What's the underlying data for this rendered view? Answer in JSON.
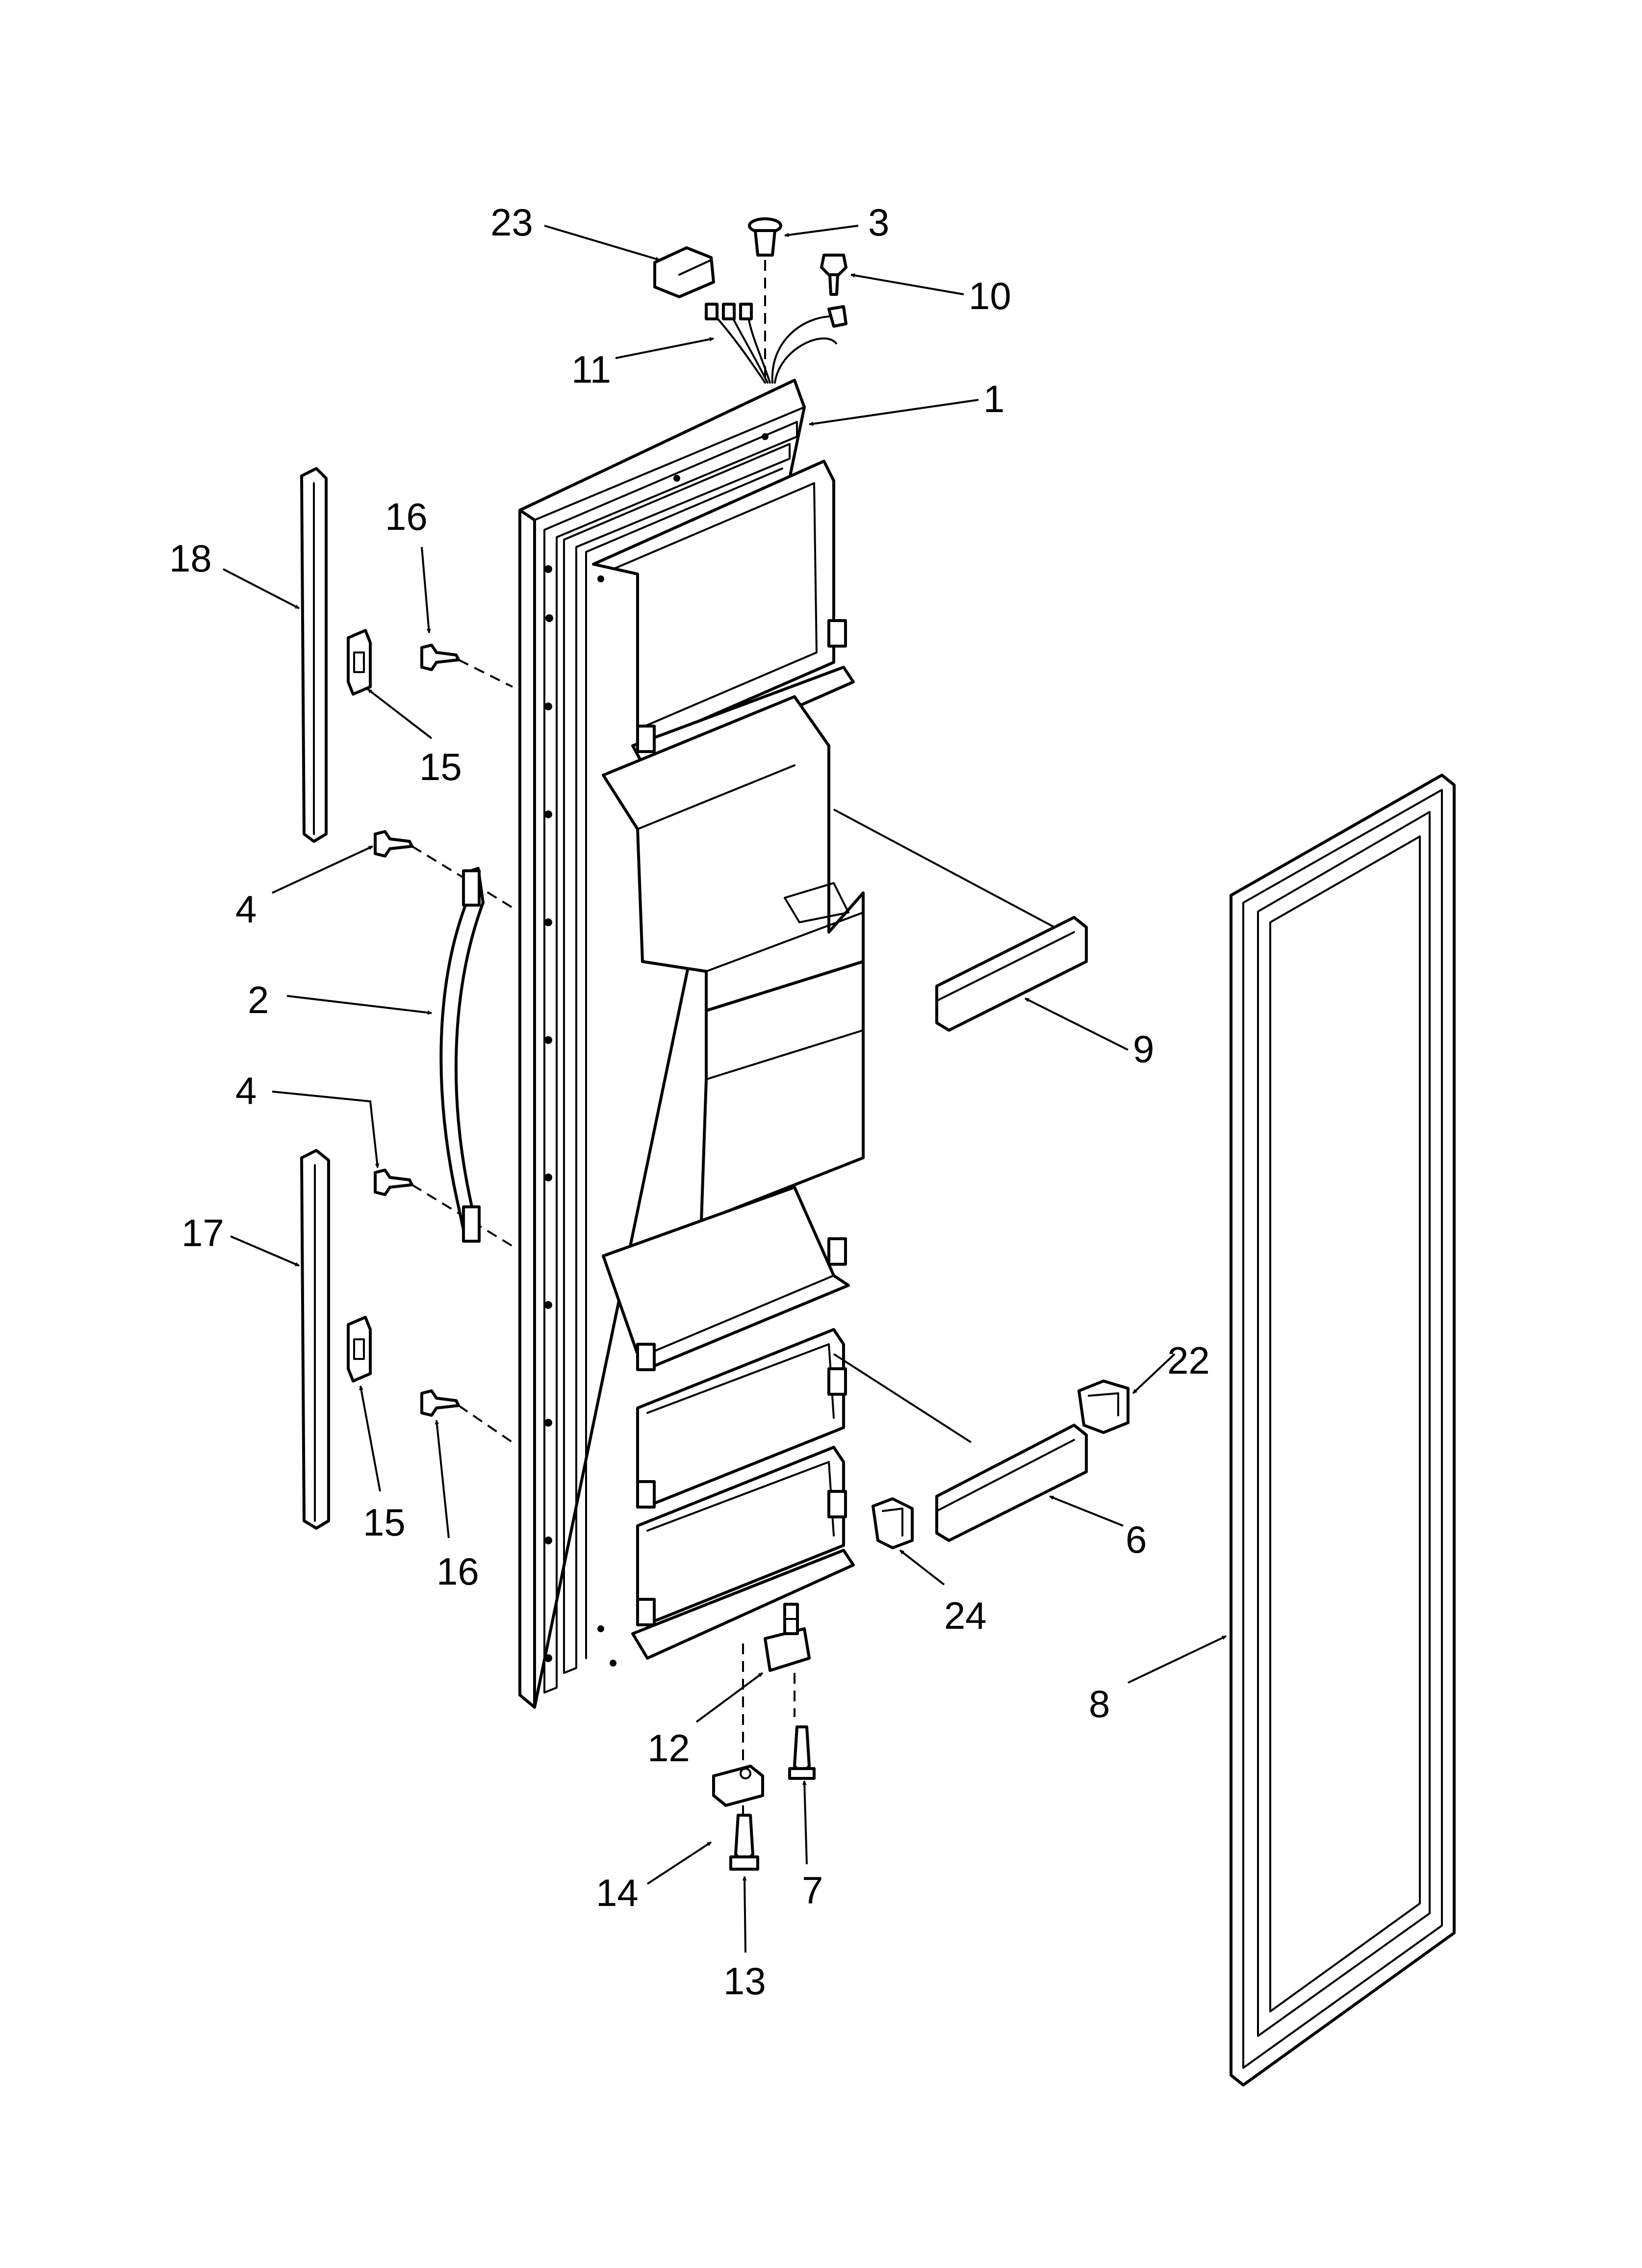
{
  "colors": {
    "line": "#000000",
    "background": "#ffffff"
  },
  "callouts": [
    {
      "id": "c23",
      "label": "23"
    },
    {
      "id": "c3",
      "label": "3"
    },
    {
      "id": "c10",
      "label": "10"
    },
    {
      "id": "c11",
      "label": "11"
    },
    {
      "id": "c1",
      "label": "1"
    },
    {
      "id": "c16a",
      "label": "16"
    },
    {
      "id": "c18",
      "label": "18"
    },
    {
      "id": "c15a",
      "label": "15"
    },
    {
      "id": "c4a",
      "label": "4"
    },
    {
      "id": "c2",
      "label": "2"
    },
    {
      "id": "c9",
      "label": "9"
    },
    {
      "id": "c4b",
      "label": "4"
    },
    {
      "id": "c17",
      "label": "17"
    },
    {
      "id": "c22",
      "label": "22"
    },
    {
      "id": "c15b",
      "label": "15"
    },
    {
      "id": "c16b",
      "label": "16"
    },
    {
      "id": "c6",
      "label": "6"
    },
    {
      "id": "c24",
      "label": "24"
    },
    {
      "id": "c8",
      "label": "8"
    },
    {
      "id": "c12",
      "label": "12"
    },
    {
      "id": "c14",
      "label": "14"
    },
    {
      "id": "c7",
      "label": "7"
    },
    {
      "id": "c13",
      "label": "13"
    }
  ]
}
